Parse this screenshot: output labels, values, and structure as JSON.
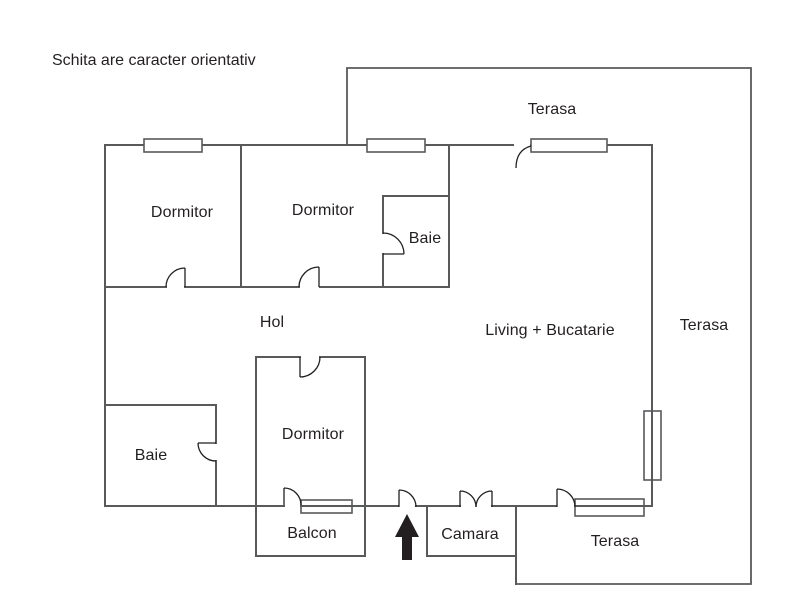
{
  "disclaimer": "Schita are caracter orientativ",
  "rooms": {
    "dormitor_top_left": {
      "label": "Dormitor"
    },
    "dormitor_top_middle": {
      "label": "Dormitor"
    },
    "baie_top": {
      "label": "Baie"
    },
    "hol": {
      "label": "Hol"
    },
    "living_bucatarie": {
      "label": "Living + Bucatarie"
    },
    "baie_bottom": {
      "label": "Baie"
    },
    "dormitor_bottom": {
      "label": "Dormitor"
    },
    "balcon": {
      "label": "Balcon"
    },
    "camara": {
      "label": "Camara"
    },
    "terasa_top": {
      "label": "Terasa"
    },
    "terasa_right": {
      "label": "Terasa"
    },
    "terasa_bottom": {
      "label": "Terasa"
    }
  },
  "colors": {
    "background": "#ffffff",
    "wall": "#58595b",
    "text": "#231f20",
    "door": "#231f20",
    "arrow": "#231f20"
  },
  "icons": {
    "entrance_marker": "up-arrow-icon"
  }
}
